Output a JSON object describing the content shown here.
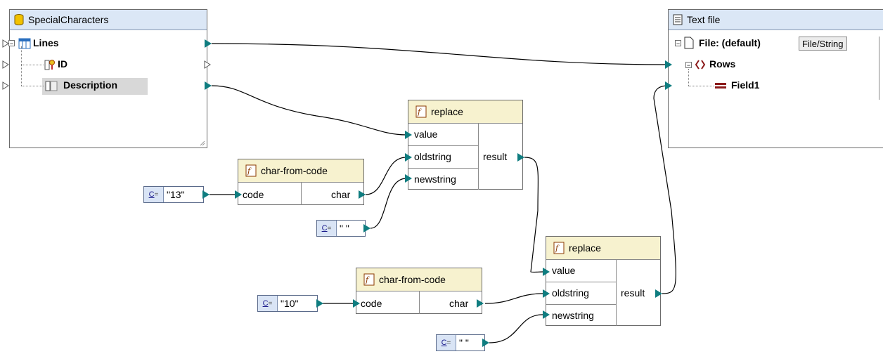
{
  "source": {
    "title": "SpecialCharacters",
    "icon": "database-icon",
    "items": [
      {
        "label": "Lines",
        "icon": "table-icon"
      },
      {
        "label": "ID",
        "icon": "key-field-icon"
      },
      {
        "label": "Description",
        "icon": "field-icon"
      }
    ]
  },
  "target": {
    "title": "Text file",
    "icon": "text-file-icon",
    "file_label": "File: (default)",
    "file_button": "File/String",
    "items": [
      {
        "label": "Rows",
        "icon": "braces-icon"
      },
      {
        "label": "Field1",
        "icon": "equals-icon"
      }
    ]
  },
  "functions": {
    "replace1": {
      "title": "replace",
      "inputs": [
        "value",
        "oldstring",
        "newstring"
      ],
      "output": "result"
    },
    "replace2": {
      "title": "replace",
      "inputs": [
        "value",
        "oldstring",
        "newstring"
      ],
      "output": "result"
    },
    "charcode1": {
      "title": "char-from-code",
      "input": "code",
      "output": "char"
    },
    "charcode2": {
      "title": "char-from-code",
      "input": "code",
      "output": "char"
    }
  },
  "constants": {
    "c13": "\"13\"",
    "c10": "\"10\"",
    "space1": "\" \"",
    "space2": "\" \""
  },
  "colors": {
    "connector": "#0f7d80",
    "header_component": "#dbe7f6",
    "header_function": "#f7f2cf",
    "wire": "#000000"
  }
}
